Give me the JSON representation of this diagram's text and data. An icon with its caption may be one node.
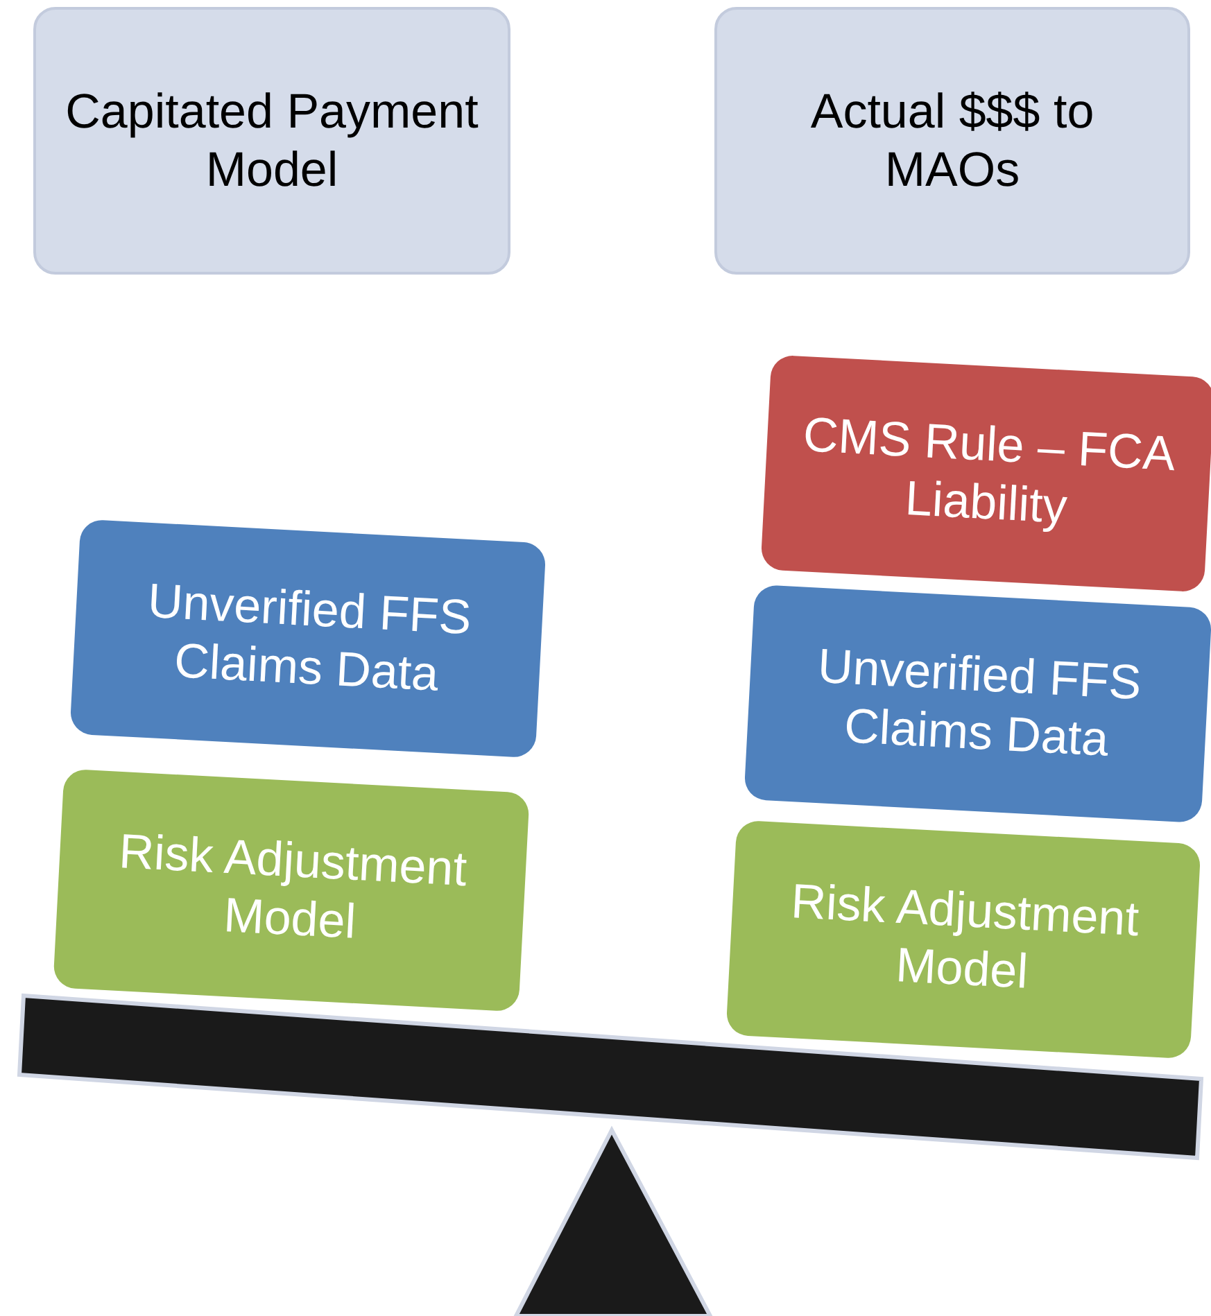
{
  "diagram": {
    "nodes": [
      {
        "text": [
          "Capitated Payment Model"
        ]
      },
      {
        "text": [
          "Actual $$$ to MAOs"
        ]
      },
      {
        "text": [
          "Unverified FFS Claims Data"
        ]
      },
      {
        "text": [
          "Risk Adjustment Model"
        ]
      },
      {
        "text": [
          "CMS Rule – FCA Liability"
        ]
      },
      {
        "text": [
          "Unverified FFS Claims Data"
        ]
      },
      {
        "text": [
          "Risk Adjustment Model"
        ]
      }
    ]
  }
}
